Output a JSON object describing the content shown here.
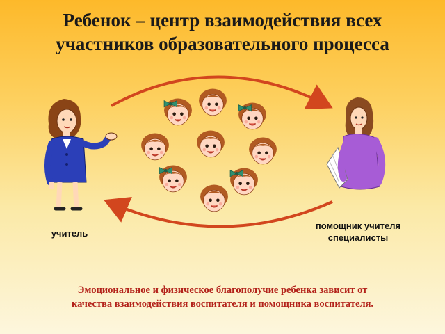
{
  "slide": {
    "title_line1": "Ребенок – центр взаимодействия всех",
    "title_line2": "участников образовательного процесса",
    "label_teacher": "учитель",
    "label_helper_line1": "помощник учителя",
    "label_helper_line2": "специалисты",
    "caption_line1": "Эмоциональное и физическое благополучие ребенка зависит от",
    "caption_line2": "качества взаимодействия воспитателя и помощника воспитателя."
  },
  "colors": {
    "arrow": "#d2461e",
    "caption": "#b3231b",
    "face_skin": "#ffd7c2",
    "hair": "#b15a22",
    "bow": "#2f8f6f"
  },
  "icons": [
    "teacher-figure",
    "helper-figure",
    "child-face",
    "curved-arrow"
  ]
}
